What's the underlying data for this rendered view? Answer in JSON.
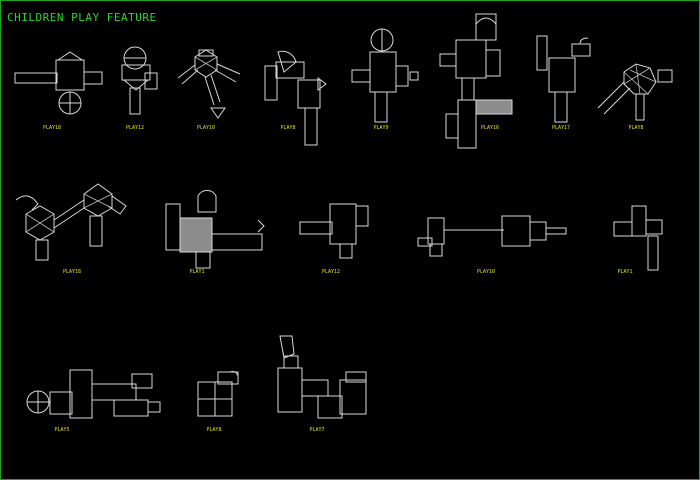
{
  "title": "CHILDREN PLAY FEATURE",
  "colors": {
    "background": "#000000",
    "frame": "#1aa81a",
    "title": "#29d829",
    "linework": "#d8d8d8",
    "label": "#e6e600"
  },
  "features": [
    {
      "label": "PLAY18"
    },
    {
      "label": "PLAY12"
    },
    {
      "label": "PLAY10"
    },
    {
      "label": "PLAY8"
    },
    {
      "label": "PLAY9"
    },
    {
      "label": "PLAY16"
    },
    {
      "label": "PLAY17"
    },
    {
      "label": "PLAY8"
    },
    {
      "label": "PLAY18"
    },
    {
      "label": "PLAY1"
    },
    {
      "label": "PLAY12"
    },
    {
      "label": "PLAY10"
    },
    {
      "label": "PLAY1"
    },
    {
      "label": "PLAY5"
    },
    {
      "label": "PLAY8"
    },
    {
      "label": "PLAY7"
    }
  ]
}
